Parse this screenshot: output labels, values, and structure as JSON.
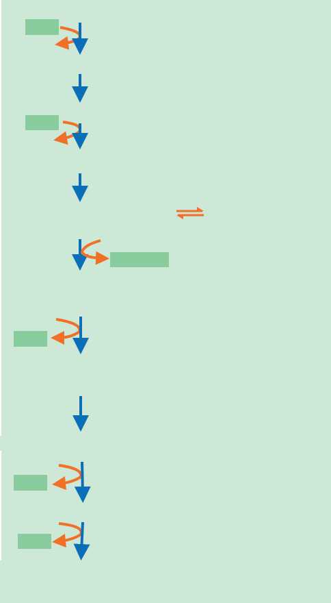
{
  "diagram": {
    "colors": {
      "background": "#cde8d6",
      "box": "#88cc9e",
      "main_arrow": "#0b6fb8",
      "side_arrow": "#f07028"
    },
    "steps": [
      {
        "id": "step-1",
        "has_side_box": true,
        "side": "left",
        "side_arrow": "output"
      },
      {
        "id": "step-2",
        "has_side_box": false
      },
      {
        "id": "step-3",
        "has_side_box": true,
        "side": "left",
        "side_arrow": "output"
      },
      {
        "id": "step-4",
        "has_side_box": false
      },
      {
        "id": "equilibrium",
        "symbol": "reversible-arrows"
      },
      {
        "id": "step-5",
        "has_side_box": true,
        "side": "right",
        "side_arrow": "output"
      },
      {
        "id": "step-6",
        "has_side_box": true,
        "side": "left",
        "side_arrow": "output"
      },
      {
        "id": "step-7",
        "has_side_box": false
      },
      {
        "id": "step-8",
        "has_side_box": true,
        "side": "left",
        "side_arrow": "output"
      },
      {
        "id": "step-9",
        "has_side_box": true,
        "side": "left",
        "side_arrow": "output"
      }
    ]
  }
}
